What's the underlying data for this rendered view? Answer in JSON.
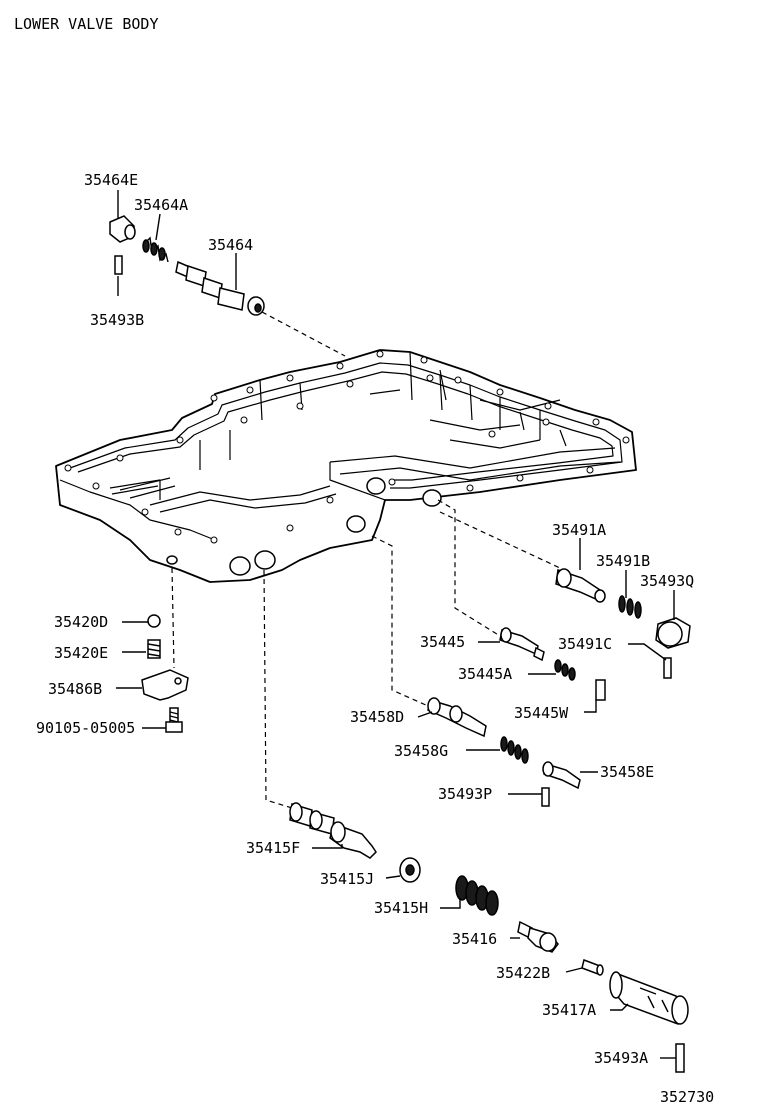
{
  "title": "LOWER VALVE BODY",
  "drawing_number": "352730",
  "labels": {
    "p35464E": "35464E",
    "p35464A": "35464A",
    "p35464": "35464",
    "p35493B": "35493B",
    "p35491A": "35491A",
    "p35491B": "35491B",
    "p35493Q": "35493Q",
    "p35445": "35445",
    "p35491C": "35491C",
    "p35445A": "35445A",
    "p35445W": "35445W",
    "p35420D": "35420D",
    "p35420E": "35420E",
    "p35486B": "35486B",
    "p90105_05005": "90105-05005",
    "p35458D": "35458D",
    "p35458G": "35458G",
    "p35458E": "35458E",
    "p35493P": "35493P",
    "p35415F": "35415F",
    "p35415J": "35415J",
    "p35415H": "35415H",
    "p35416": "35416",
    "p35422B": "35422B",
    "p35417A": "35417A",
    "p35493A": "35493A"
  }
}
